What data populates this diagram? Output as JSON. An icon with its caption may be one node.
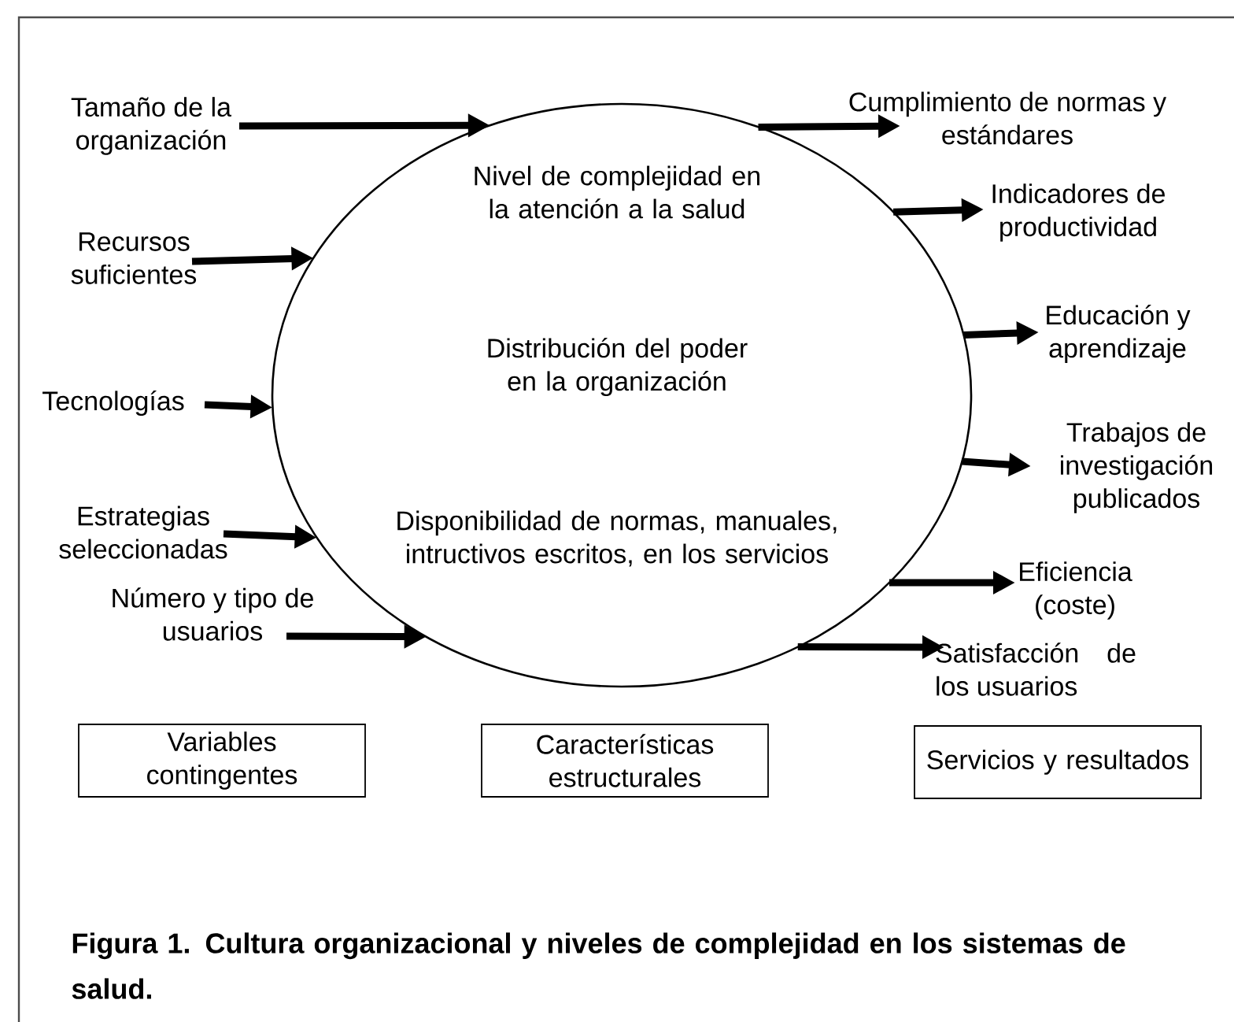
{
  "diagram": {
    "caption": "Figura 1. Cultura organizacional y niveles de complejidad en los sistemas de salud.",
    "nodes": [
      {
        "text": [
          "Nivel de complejidad en la atención a la salud",
          "Distribución del poder en la organización",
          "Disponibilidad de normas, manuales, intructivos escritos, en los servicios"
        ]
      },
      {
        "text": [
          "Tamaño de la organización"
        ]
      },
      {
        "text": [
          "Recursos suficientes"
        ]
      },
      {
        "text": [
          "Tecnologías"
        ]
      },
      {
        "text": [
          "Estrategias seleccionadas"
        ]
      },
      {
        "text": [
          "Número y tipo de usuarios"
        ]
      },
      {
        "text": [
          "Cumplimiento de normas y estándares"
        ]
      },
      {
        "text": [
          "Indicadores de productividad"
        ]
      },
      {
        "text": [
          "Educación y aprendizaje"
        ]
      },
      {
        "text": [
          "Trabajos de investigación publicados"
        ]
      },
      {
        "text": [
          "Eficiencia (coste)"
        ]
      },
      {
        "text": [
          "Satisfacción de los usuarios"
        ]
      },
      {
        "text": [
          "Variables contingentes"
        ]
      },
      {
        "text": [
          "Características estructurales"
        ]
      },
      {
        "text": [
          "Servicios y resultados"
        ]
      }
    ],
    "edges": [
      {
        "from": 1,
        "to": 0,
        "arrow": "to"
      },
      {
        "from": 2,
        "to": 0,
        "arrow": "to"
      },
      {
        "from": 3,
        "to": 0,
        "arrow": "to"
      },
      {
        "from": 4,
        "to": 0,
        "arrow": "to"
      },
      {
        "from": 5,
        "to": 0,
        "arrow": "to"
      },
      {
        "from": 0,
        "to": 6,
        "arrow": "to"
      },
      {
        "from": 0,
        "to": 7,
        "arrow": "to"
      },
      {
        "from": 0,
        "to": 8,
        "arrow": "to"
      },
      {
        "from": 0,
        "to": 9,
        "arrow": "to"
      },
      {
        "from": 0,
        "to": 10,
        "arrow": "to"
      },
      {
        "from": 0,
        "to": 11,
        "arrow": "to"
      }
    ]
  }
}
